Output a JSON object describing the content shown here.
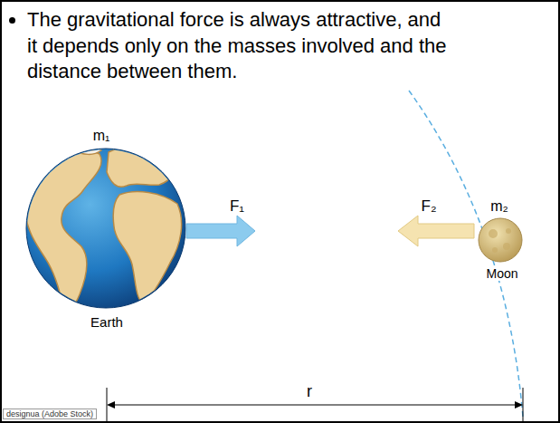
{
  "diagram": {
    "labels": [
      "The gravitational force is always attractive, and it depends only on the masses involved and the distance between them.",
      "m₁",
      "F₁",
      "F₂",
      "m₂",
      "Moon",
      "Earth",
      "r",
      "designua (Adobe Stock)"
    ]
  }
}
